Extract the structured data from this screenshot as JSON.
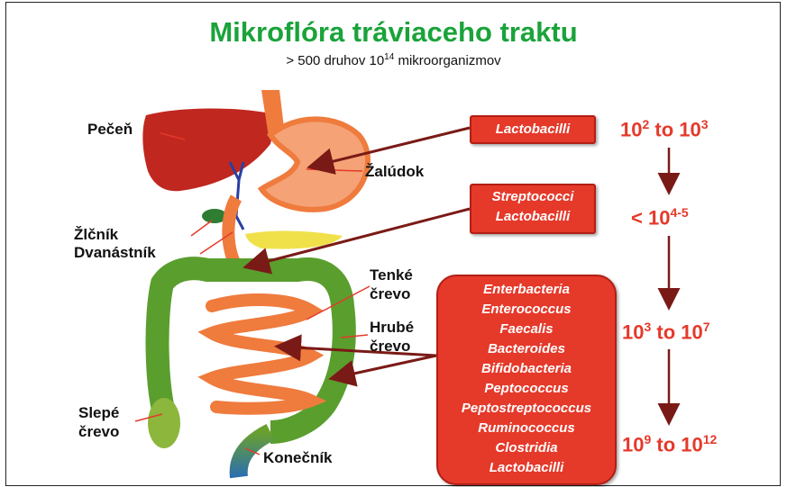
{
  "title": "Mikroflóra tráviaceho traktu",
  "subtitle": {
    "prefix": "> 500 druhov 10",
    "exp": "14",
    "suffix": " mikroorganizmov"
  },
  "organs": {
    "liver": "Pečeň",
    "stomach": "Žalúdok",
    "gallbladder": "Žlčník",
    "duodenum": "Dvanástník",
    "small_intestine": [
      "Tenké",
      "črevo"
    ],
    "large_intestine": [
      "Hrubé",
      "črevo"
    ],
    "cecum": [
      "Slepé",
      "črevo"
    ],
    "rectum": "Konečník"
  },
  "bacteria_boxes": {
    "stomach": [
      "Lactobacilli"
    ],
    "duodenum": [
      "Streptococci",
      "Lactobacilli"
    ],
    "intestine": [
      "Enterbacteria",
      "Enterococcus",
      "Faecalis",
      "Bacteroides",
      "Bifidobacteria",
      "Peptococcus",
      "Peptostreptococcus",
      "Ruminococcus",
      "Clostridia",
      "Lactobacilli"
    ]
  },
  "concentrations": {
    "stomach": {
      "a": "10",
      "a_exp": "2",
      "mid": " to ",
      "b": "10",
      "b_exp": "3"
    },
    "duodenum": {
      "a": "< 10",
      "a_exp": "4-5"
    },
    "small": {
      "a": "10",
      "a_exp": "3",
      "mid": " to ",
      "b": "10",
      "b_exp": "7"
    },
    "large": {
      "a": "10",
      "a_exp": "9",
      "mid": " to ",
      "b": "10",
      "b_exp": "12"
    }
  },
  "colors": {
    "title": "#1aa33a",
    "accent": "#e5392a",
    "arrow": "#7a1a16",
    "liver": "#c0271f",
    "stomach": "#f08a4b",
    "colon": "#5a9e2e"
  }
}
